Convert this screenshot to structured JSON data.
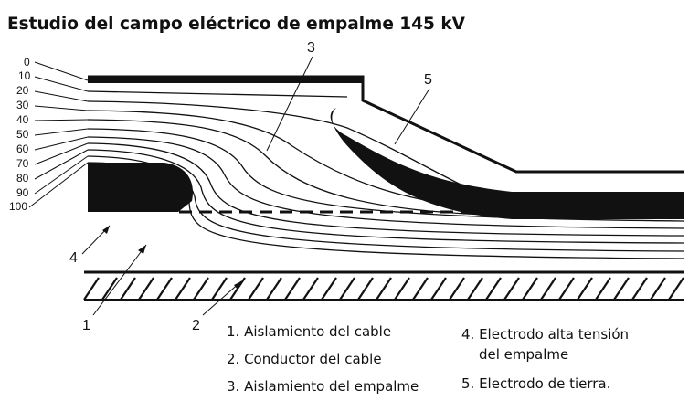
{
  "title": "Estudio del campo eléctrico de empalme 145 kV",
  "potential_levels": [
    "0",
    "10",
    "20",
    "30",
    "40",
    "50",
    "60",
    "70",
    "80",
    "90",
    "100"
  ],
  "callouts": [
    "1",
    "2",
    "3",
    "4",
    "5"
  ],
  "legend": {
    "item1": "1. Aislamiento del cable",
    "item2": "2. Conductor del cable",
    "item3": "3. Aislamiento del empalme",
    "item4_line1": "4. Electrodo alta tensión",
    "item4_line2": "del empalme",
    "item5": "5. Electrodo de tierra."
  }
}
